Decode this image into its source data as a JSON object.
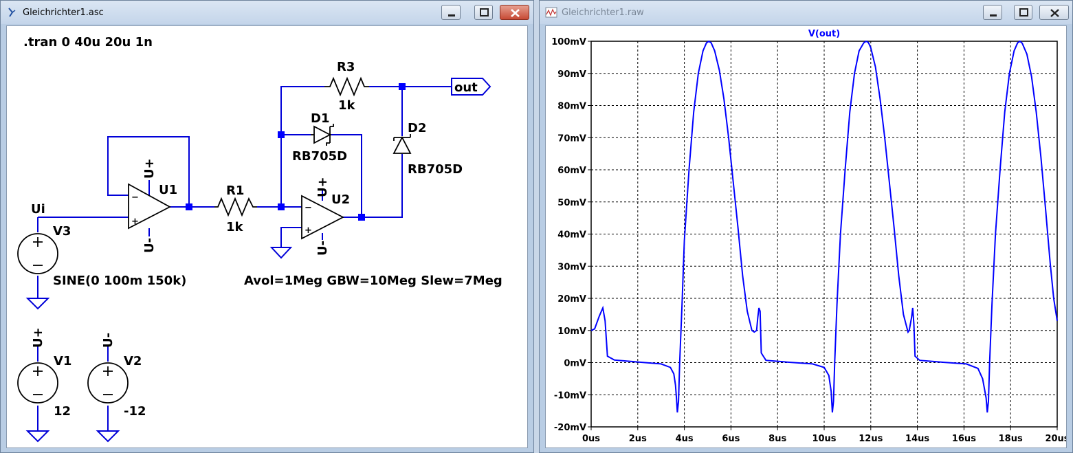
{
  "schematic_window": {
    "title": "Gleichrichter1.asc",
    "directive": ".tran 0 40u 20u 1n",
    "labels": {
      "r3": "R3",
      "r3_value": "1k",
      "r1": "R1",
      "r1_value": "1k",
      "d1": "D1",
      "d1_model": "RB705D",
      "d2": "D2",
      "d2_model": "RB705D",
      "u1": "U1",
      "u2": "U2",
      "net_ui": "Ui",
      "net_out": "out",
      "v3": "V3",
      "v3_value": "SINE(0 100m 150k)",
      "v1": "V1",
      "v1_value": "12",
      "v2": "V2",
      "v2_value": "-12",
      "opamp_params": "Avol=1Meg GBW=10Meg Slew=7Meg",
      "u_plus": "U+",
      "u_minus": "U-",
      "plus": "+",
      "minus": "−"
    }
  },
  "waveform_window": {
    "title": "Gleichrichter1.raw"
  },
  "chart_data": {
    "type": "line",
    "title": "V(out)",
    "xlabel": "",
    "ylabel": "",
    "xlim": [
      0,
      20
    ],
    "ylim": [
      -20,
      100
    ],
    "x_ticks": [
      "0us",
      "2us",
      "4us",
      "6us",
      "8us",
      "10us",
      "12us",
      "14us",
      "16us",
      "18us",
      "20us"
    ],
    "y_ticks": [
      "-20mV",
      "-10mV",
      "0mV",
      "10mV",
      "20mV",
      "30mV",
      "40mV",
      "50mV",
      "60mV",
      "70mV",
      "80mV",
      "90mV",
      "100mV"
    ],
    "grid": true,
    "series": [
      {
        "name": "V(out)",
        "color": "#0000ff",
        "x": [
          0,
          0.15,
          0.35,
          0.5,
          0.6,
          0.7,
          1.0,
          2.0,
          3.0,
          3.4,
          3.55,
          3.62,
          3.66,
          3.7,
          3.75,
          3.8,
          3.9,
          4.0,
          4.2,
          4.4,
          4.6,
          4.8,
          4.95,
          5.05,
          5.15,
          5.3,
          5.5,
          5.7,
          5.9,
          6.1,
          6.3,
          6.5,
          6.7,
          6.9,
          7.0,
          7.1,
          7.15,
          7.2,
          7.25,
          7.3,
          7.5,
          8.5,
          9.5,
          10.0,
          10.2,
          10.3,
          10.35,
          10.4,
          10.45,
          10.55,
          10.7,
          10.9,
          11.1,
          11.3,
          11.5,
          11.7,
          11.8,
          11.9,
          12.0,
          12.2,
          12.4,
          12.6,
          12.8,
          13.0,
          13.2,
          13.4,
          13.6,
          13.65,
          13.75,
          13.8,
          13.85,
          13.9,
          14.1,
          15.1,
          16.1,
          16.6,
          16.8,
          16.95,
          17.0,
          17.05,
          17.1,
          17.2,
          17.35,
          17.55,
          17.75,
          17.95,
          18.15,
          18.3,
          18.4,
          18.5,
          18.7,
          18.9,
          19.1,
          19.3,
          19.5,
          19.7,
          19.85,
          20.0
        ],
        "y": [
          10,
          10.5,
          14.5,
          17,
          13,
          2,
          0.8,
          0.2,
          -0.4,
          -1.5,
          -3.5,
          -7,
          -11,
          -15.5,
          -12,
          0,
          18,
          38,
          60,
          78,
          90,
          97,
          99.5,
          100,
          99.5,
          97,
          91,
          82,
          70,
          56,
          42,
          27,
          16,
          10,
          9.5,
          10,
          14,
          17,
          16,
          3,
          0.7,
          0.1,
          -0.4,
          -1.5,
          -4,
          -9,
          -15.5,
          -12,
          0,
          18,
          40,
          60,
          78,
          90,
          97,
          99.5,
          100,
          99.6,
          98,
          92,
          82,
          70,
          56,
          42,
          27,
          15,
          9.5,
          10,
          14,
          17,
          12,
          2,
          0.7,
          0.1,
          -0.4,
          -1.8,
          -5,
          -11,
          -15.5,
          -12,
          0,
          18,
          40,
          60,
          78,
          90,
          97,
          99.5,
          100,
          99.4,
          96,
          89,
          78,
          64,
          48,
          31,
          20,
          13
        ]
      }
    ]
  }
}
